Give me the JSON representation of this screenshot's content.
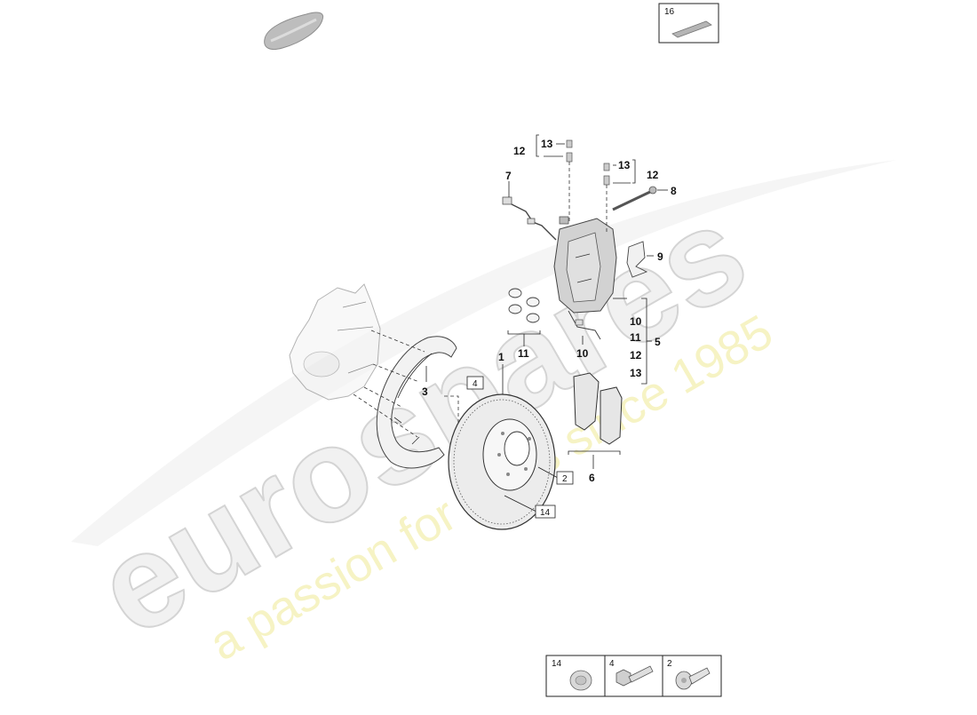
{
  "watermark": {
    "brand": "eurospares",
    "tagline": "a passion for parts since 1985"
  },
  "callouts": {
    "c1": "1",
    "c3": "3",
    "c5": "5",
    "c6": "6",
    "c7": "7",
    "c8": "8",
    "c9": "9",
    "c10a": "10",
    "c10b": "10",
    "c11a": "11",
    "c11b": "11",
    "c12a": "12",
    "c12b": "12",
    "c12c": "12",
    "c13a": "13",
    "c13b": "13",
    "c13c": "13"
  },
  "boxed_refs": {
    "b16": "16",
    "b4": "4",
    "b2": "2",
    "b14": "14"
  },
  "legend": {
    "items": [
      {
        "number": "14",
        "icon": "plug-cap-icon"
      },
      {
        "number": "4",
        "icon": "hex-bolt-icon"
      },
      {
        "number": "2",
        "icon": "torx-screw-icon"
      }
    ]
  }
}
